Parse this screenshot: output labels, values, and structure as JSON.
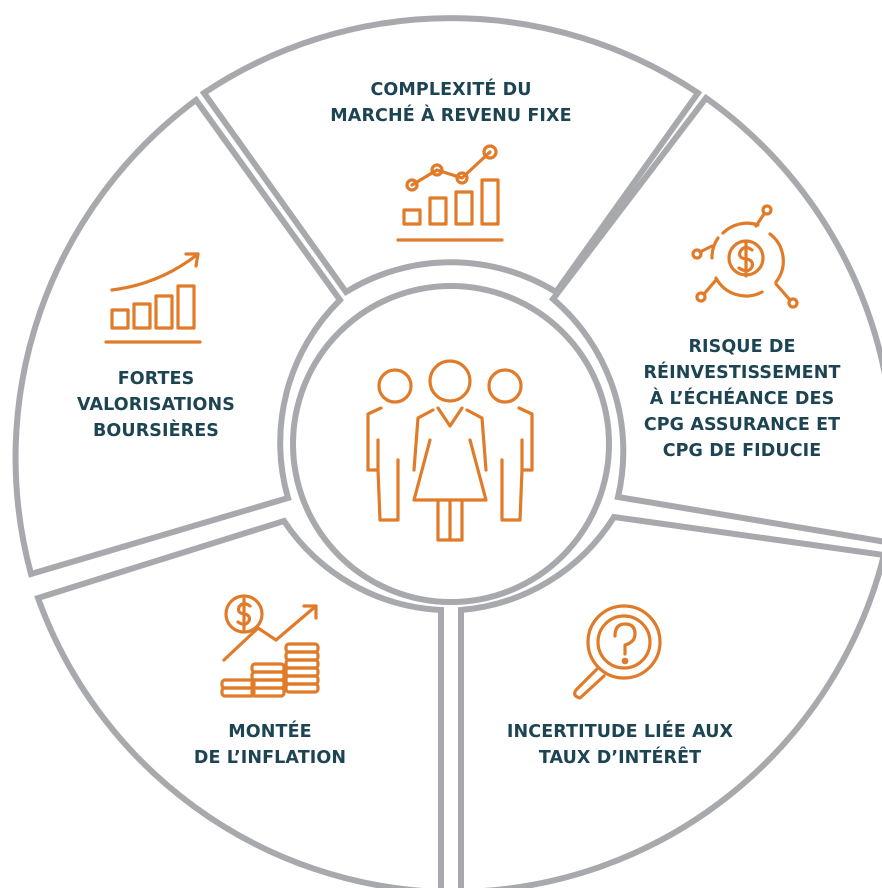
{
  "colors": {
    "accent": "#e07b2a",
    "text": "#1d4452",
    "divider": "#a7a9ac",
    "background": "#ffffff"
  },
  "center": {
    "icon": "people-group-icon"
  },
  "segments": [
    {
      "id": "top",
      "icon": "bar-chart-growth-icon",
      "lines": [
        "COMPLEXITÉ DU",
        "MARCHÉ À REVENU FIXE"
      ]
    },
    {
      "id": "right",
      "icon": "dollar-reinvestment-cycle-icon",
      "lines": [
        "RISQUE DE",
        "RÉINVESTISSEMENT",
        "À L’ÉCHÉANCE DES",
        "CPG ASSURANCE ET",
        "CPG DE FIDUCIE"
      ]
    },
    {
      "id": "bottom-right",
      "icon": "magnifier-question-icon",
      "lines": [
        "INCERTITUDE LIÉE AUX",
        "TAUX D’INTÉRÊT"
      ]
    },
    {
      "id": "bottom-left",
      "icon": "coins-inflation-icon",
      "lines": [
        "MONTÉE",
        "DE L’INFLATION"
      ]
    },
    {
      "id": "left",
      "icon": "rising-bars-icon",
      "lines": [
        "FORTES",
        "VALORISATIONS",
        "BOURSIÈRES"
      ]
    }
  ]
}
